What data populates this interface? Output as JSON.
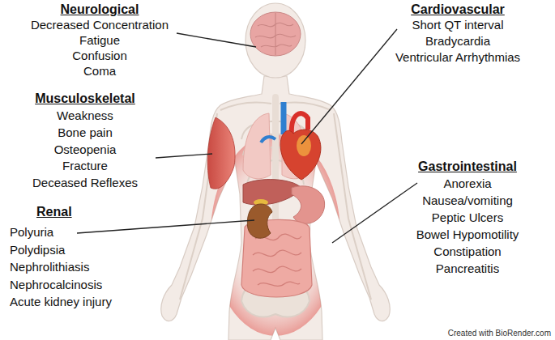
{
  "diagram": {
    "labels": [
      "Neurological",
      "Decreased Concentration",
      "Fatigue",
      "Confusion",
      "Coma",
      "Cardiovascular",
      "Short QT interval",
      "Bradycardia",
      "Ventricular Arrhythmias",
      "Musculoskeletal",
      "Weakness",
      "Bone pain",
      "Osteopenia",
      "Fracture",
      "Deceased Reflexes",
      "Gastrointestinal",
      "Anorexia",
      "Nausea/vomiting",
      "Peptic Ulcers",
      "Bowel Hypomotility",
      "Constipation",
      "Pancreatitis",
      "Renal",
      "Polyuria",
      "Polydipsia",
      "Nephrolithiasis",
      "Nephrocalcinosis",
      "Acute kidney injury",
      "Created with BioRender.com"
    ]
  }
}
